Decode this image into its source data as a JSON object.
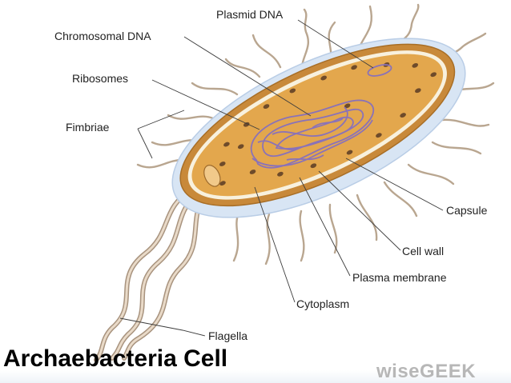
{
  "diagram": {
    "title": "Archaebacteria Cell",
    "labels": {
      "plasmid_dna": "Plasmid DNA",
      "chromosomal_dna": "Chromosomal DNA",
      "ribosomes": "Ribosomes",
      "fimbriae": "Fimbriae",
      "capsule": "Capsule",
      "cell_wall": "Cell wall",
      "plasma_membrane": "Plasma membrane",
      "cytoplasm": "Cytoplasm",
      "flagella": "Flagella"
    },
    "brand": "wiseGEEK"
  },
  "colors": {
    "capsule": "#d4e3f4",
    "cell_wall": "#c8893a",
    "membrane": "#f7f0dc",
    "cytoplasm": "#e3a74d",
    "dna": "#8a72b8",
    "ribosome": "#6b4a2a",
    "appendage": "#bba895"
  }
}
